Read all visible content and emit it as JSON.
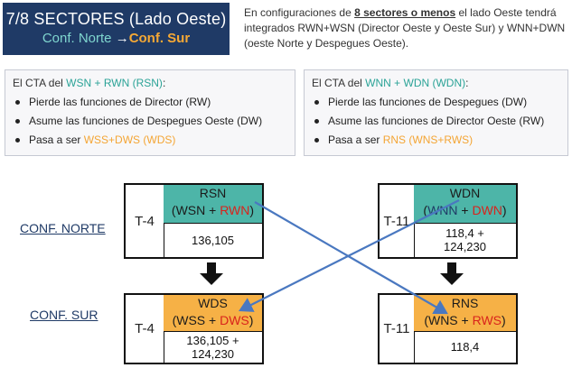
{
  "title": {
    "main": "7/8 SECTORES (Lado Oeste)",
    "sub_norte": "Conf. Norte",
    "sub_arrow": "→",
    "sub_sur": "Conf. Sur"
  },
  "intro": {
    "prefix": "En configuraciones de",
    "highlight": "8 sectores o menos",
    "suffix": "el lado Oeste tendrá integrados RWN+WSN (Director Oeste y Oeste Sur) y WNN+DWN (oeste Norte y Despegues Oeste)."
  },
  "left_card": {
    "head_prefix": "El CTA del",
    "head_code": "WSN + RWN (RSN)",
    "head_suffix": ":",
    "items": [
      {
        "text": "Pierde las funciones de Director (RW)"
      },
      {
        "text": "Asume las funciones de Despegues Oeste (DW)"
      },
      {
        "prefix": "Pasa a ser",
        "code": "WSS+DWS (WDS)"
      }
    ]
  },
  "right_card": {
    "head_prefix": "El CTA del",
    "head_code": "WNN + WDN (WDN)",
    "head_suffix": ":",
    "items": [
      {
        "text": "Pierde las funciones de Despegues (DW)"
      },
      {
        "text": "Asume las funciones de Director Oeste (RW)"
      },
      {
        "prefix": "Pasa a ser",
        "code": "RNS (WNS+RWS)"
      }
    ]
  },
  "labels": {
    "conf_norte": "CONF. NORTE",
    "conf_sur": "CONF. SUR"
  },
  "boxes": {
    "top_left": {
      "t": "T-4",
      "name": "RSN",
      "sub_open": "(WSN + ",
      "sub_hl": "RWN",
      "sub_close": ")",
      "value": "136,105",
      "value2": ""
    },
    "top_right": {
      "t": "T-11",
      "name": "WDN",
      "sub_open": "(",
      "sub_mid": "WNN",
      "sub_sep": " + ",
      "sub_hl": "DWN",
      "sub_close": ")",
      "value": "118,4 +",
      "value2": "124,230"
    },
    "bottom_left": {
      "t": "T-4",
      "name": "WDS",
      "sub_open": "(WSS + ",
      "sub_hl": "DWS",
      "sub_close": ")",
      "value": "136,105 +",
      "value2": "124,230"
    },
    "bottom_right": {
      "t": "T-11",
      "name": "RNS",
      "sub_open": "(WNS + ",
      "sub_hl": "RWS",
      "sub_close": ")",
      "value": "118,4",
      "value2": ""
    }
  },
  "colors": {
    "navy": "#1f3a66",
    "teal_text": "#2ba397",
    "orange_text": "#f4a534",
    "green_header": "#4db5a8",
    "amber_header": "#f6b146",
    "red": "#d9231c",
    "connector_blue": "#4a78c0"
  }
}
